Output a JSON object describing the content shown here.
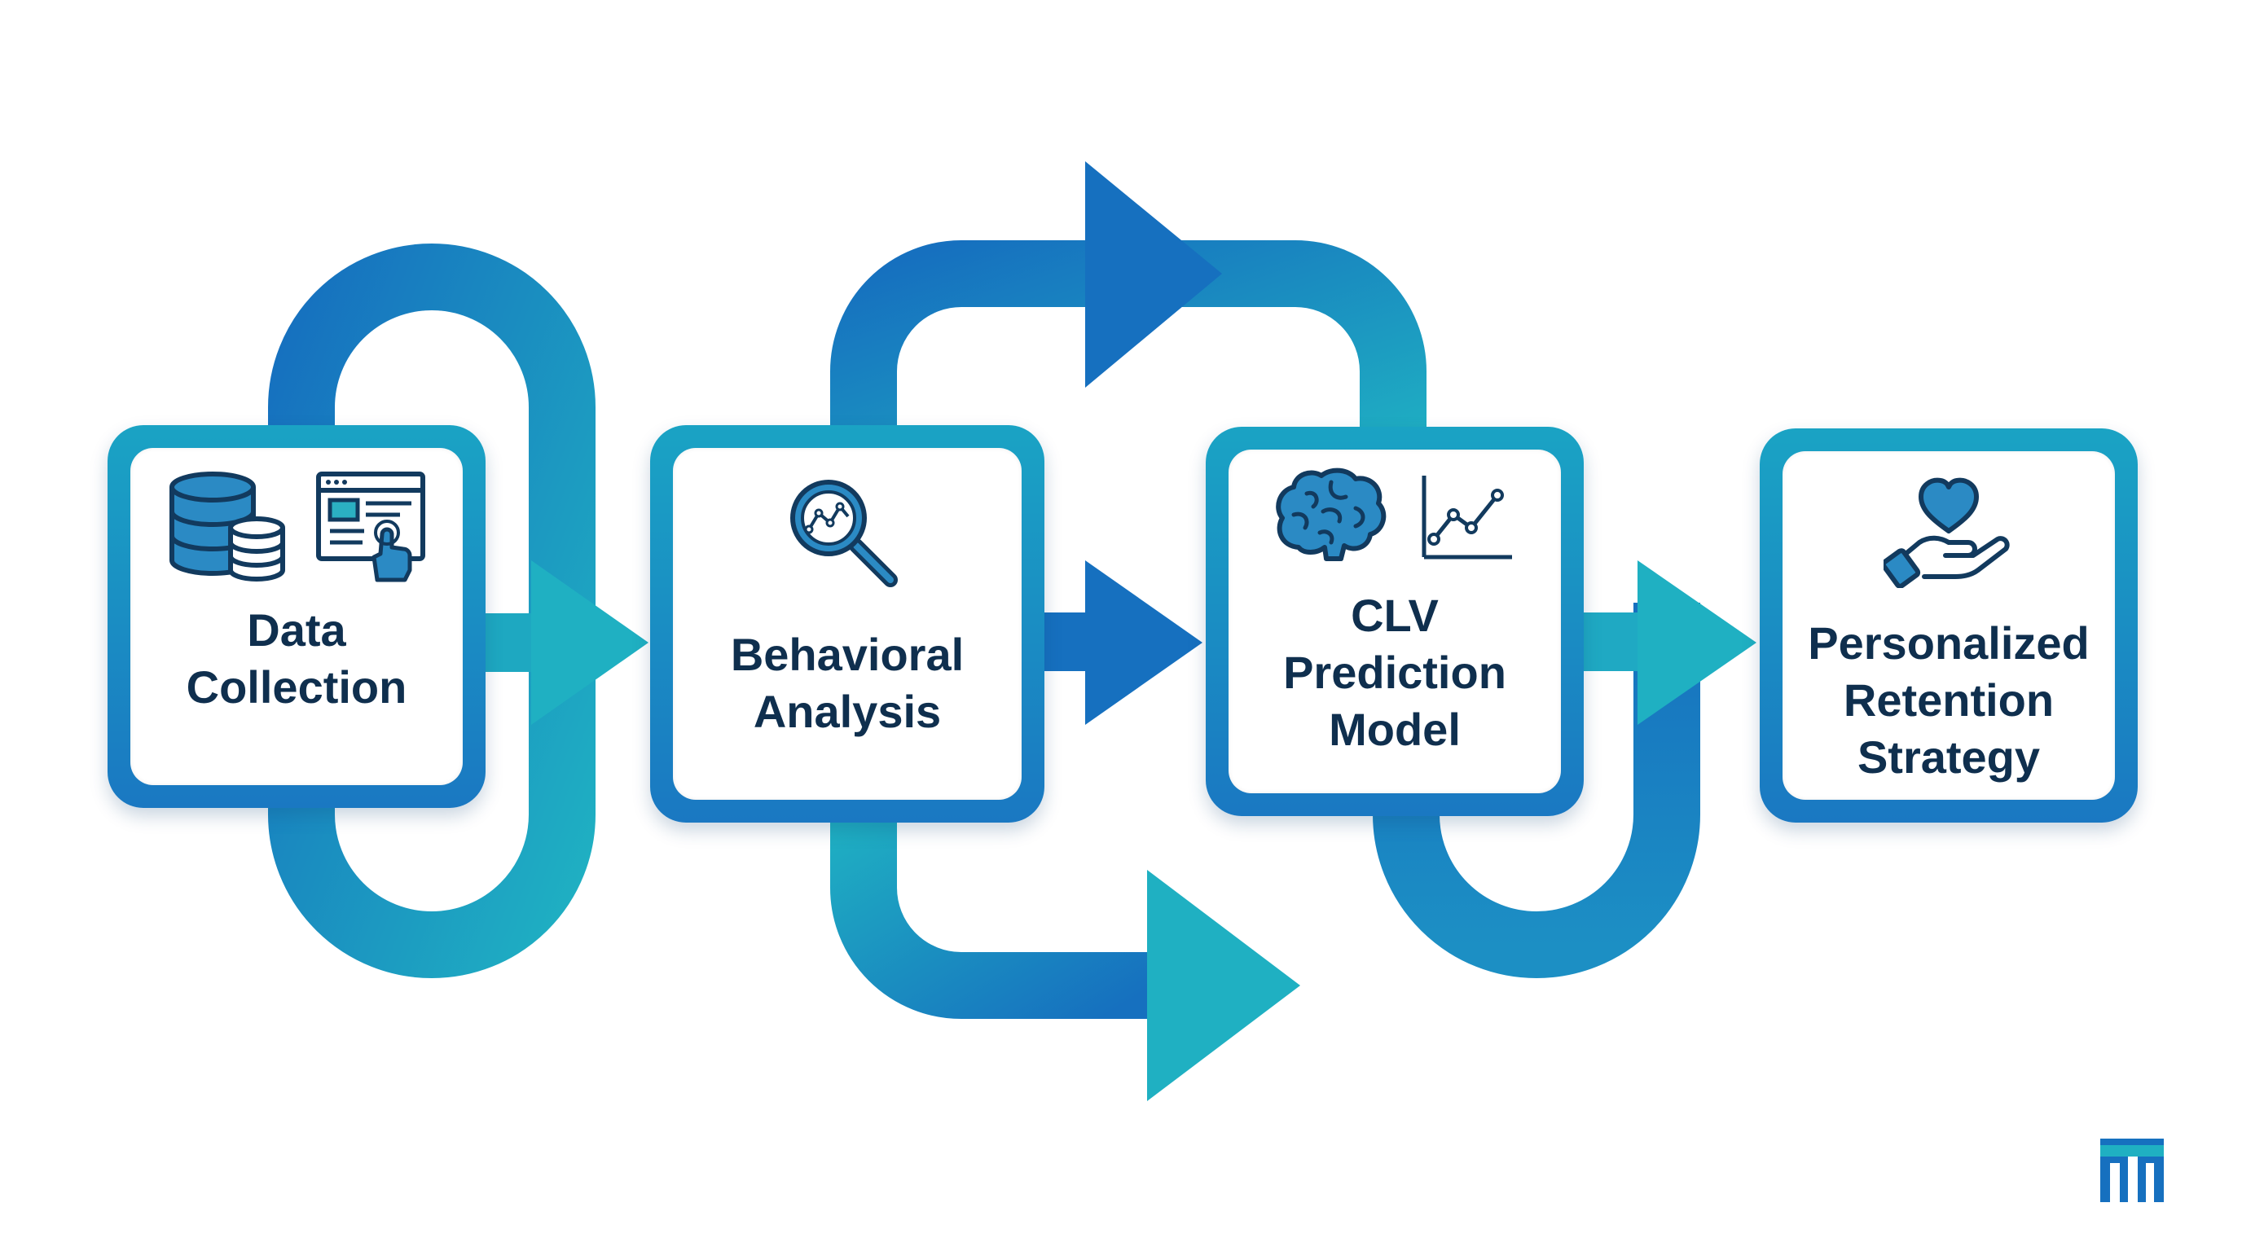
{
  "diagram": {
    "steps": [
      {
        "label": "Data\nCollection",
        "icons": [
          "database-icon",
          "web-click-icon"
        ]
      },
      {
        "label": "Behavioral\nAnalysis",
        "icons": [
          "magnifier-analytics-icon"
        ]
      },
      {
        "label": "CLV\nPrediction\nModel",
        "icons": [
          "brain-icon",
          "line-chart-icon"
        ]
      },
      {
        "label": "Personalized\nRetention\nStrategy",
        "icons": [
          "heart-hand-icon"
        ]
      }
    ],
    "logo_icon": "brand-logo-icon"
  },
  "colors": {
    "teal": "#1fb0c2",
    "blue": "#1670bf",
    "icon_stroke": "#123a5e",
    "icon_fill": "#2b8ac4",
    "text": "#0f2f4e"
  }
}
